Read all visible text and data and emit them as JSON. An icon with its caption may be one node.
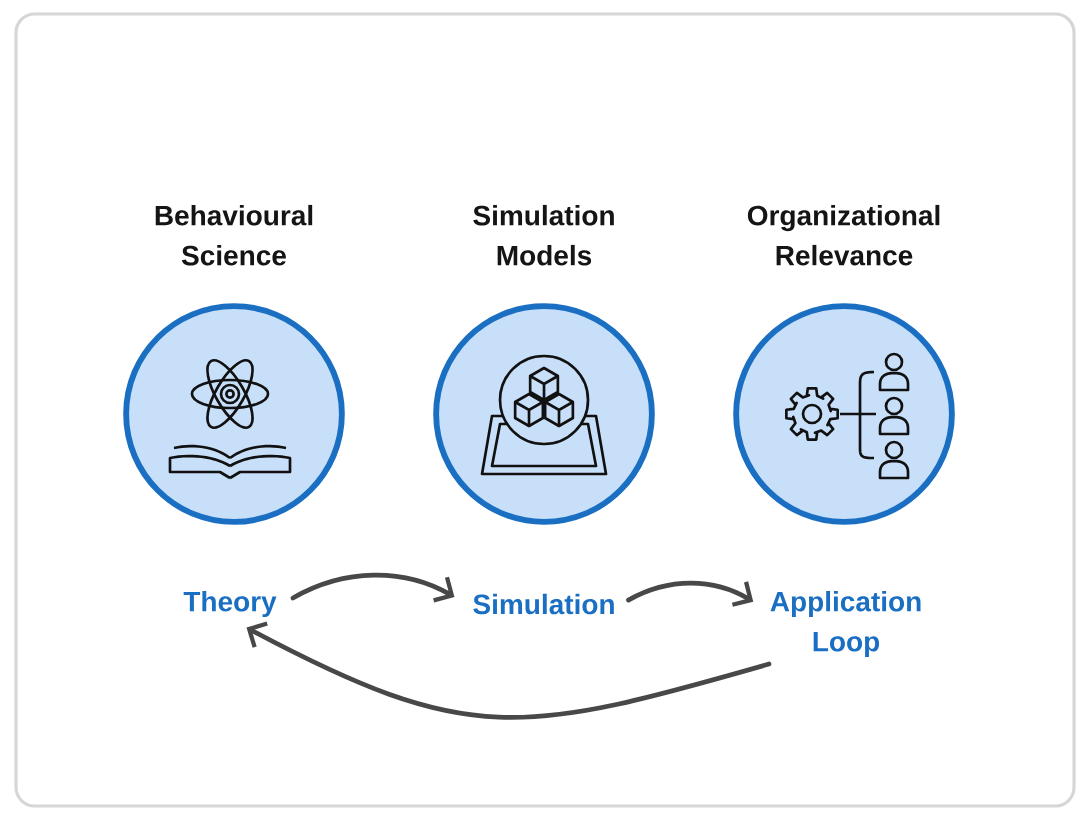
{
  "diagram": {
    "nodes": [
      {
        "text": [
          "Behavioural Science"
        ]
      },
      {
        "text": [
          "Simulation Models"
        ]
      },
      {
        "text": [
          "Organizational Relevance"
        ]
      },
      {
        "text": [
          "Theory"
        ]
      },
      {
        "text": [
          "Simulation"
        ]
      },
      {
        "text": [
          "Application Loop"
        ]
      }
    ],
    "edges": [
      {
        "from": 3,
        "to": 4,
        "arrow": "to"
      },
      {
        "from": 4,
        "to": 5,
        "arrow": "to"
      },
      {
        "from": 5,
        "to": 3,
        "arrow": "to"
      }
    ]
  }
}
